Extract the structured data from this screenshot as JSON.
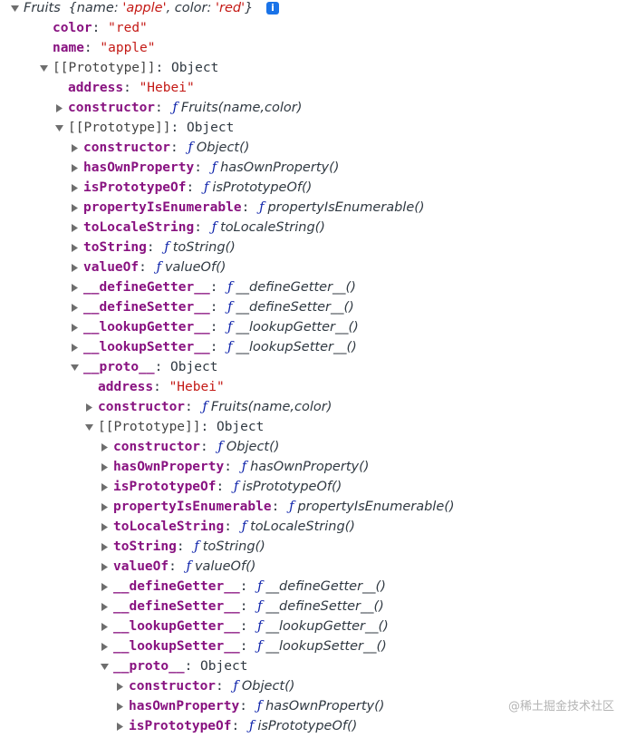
{
  "header": {
    "class_name": "Fruits",
    "preview_open": "{",
    "preview_k1": "name",
    "preview_v1": "'apple'",
    "preview_k2": "color",
    "preview_v2": "'red'",
    "preview_close": "}",
    "info_glyph": "i"
  },
  "own": [
    {
      "key": "color",
      "value": "\"red\""
    },
    {
      "key": "name",
      "value": "\"apple\""
    }
  ],
  "proto1": {
    "label": "[[Prototype]]",
    "type": "Object",
    "address_key": "address",
    "address_value": "\"Hebei\"",
    "constructor_key": "constructor",
    "constructor_value": "Fruits(name,color)",
    "proto_label": "[[Prototype]]",
    "proto_type": "Object"
  },
  "object_members": [
    {
      "key": "constructor",
      "value": "Object()"
    },
    {
      "key": "hasOwnProperty",
      "value": "hasOwnProperty()"
    },
    {
      "key": "isPrototypeOf",
      "value": "isPrototypeOf()"
    },
    {
      "key": "propertyIsEnumerable",
      "value": "propertyIsEnumerable()"
    },
    {
      "key": "toLocaleString",
      "value": "toLocaleString()"
    },
    {
      "key": "toString",
      "value": "toString()"
    },
    {
      "key": "valueOf",
      "value": "valueOf()"
    },
    {
      "key": "__defineGetter__",
      "value": "__defineGetter__()"
    },
    {
      "key": "__defineSetter__",
      "value": "__defineSetter__()"
    },
    {
      "key": "__lookupGetter__",
      "value": "__lookupGetter__()"
    },
    {
      "key": "__lookupSetter__",
      "value": "__lookupSetter__()"
    }
  ],
  "proto_getter": {
    "key": "__proto__",
    "type": "Object"
  },
  "proto2": {
    "address_key": "address",
    "address_value": "\"Hebei\"",
    "constructor_key": "constructor",
    "constructor_value": "Fruits(name,color)",
    "proto_label": "[[Prototype]]",
    "proto_type": "Object"
  },
  "object_members_2": [
    {
      "key": "constructor",
      "value": "Object()"
    },
    {
      "key": "hasOwnProperty",
      "value": "hasOwnProperty()"
    },
    {
      "key": "isPrototypeOf",
      "value": "isPrototypeOf()"
    },
    {
      "key": "propertyIsEnumerable",
      "value": "propertyIsEnumerable()"
    },
    {
      "key": "toLocaleString",
      "value": "toLocaleString()"
    },
    {
      "key": "toString",
      "value": "toString()"
    },
    {
      "key": "valueOf",
      "value": "valueOf()"
    },
    {
      "key": "__defineGetter__",
      "value": "__defineGetter__()"
    },
    {
      "key": "__defineSetter__",
      "value": "__defineSetter__()"
    },
    {
      "key": "__lookupGetter__",
      "value": "__lookupGetter__()"
    },
    {
      "key": "__lookupSetter__",
      "value": "__lookupSetter__()"
    }
  ],
  "proto_getter_2": {
    "key": "__proto__",
    "type": "Object"
  },
  "object_members_3": [
    {
      "key": "constructor",
      "value": "Object()"
    },
    {
      "key": "hasOwnProperty",
      "value": "hasOwnProperty()"
    },
    {
      "key": "isPrototypeOf",
      "value": "isPrototypeOf()"
    }
  ],
  "func_symbol": "ƒ",
  "colon": ": ",
  "watermark": "@稀土掘金技术社区",
  "colors": {
    "key": "#881280",
    "string": "#c41a16",
    "func_symbol": "#0d22aa",
    "info_badge": "#1a73e8"
  }
}
